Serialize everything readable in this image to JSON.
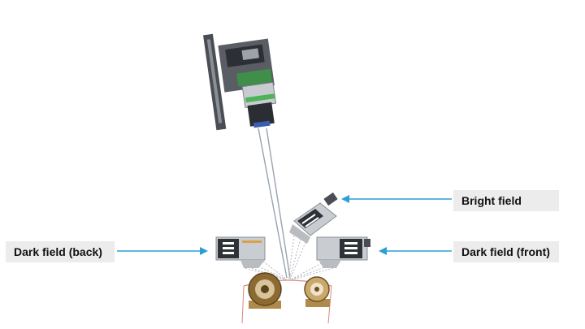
{
  "labels": {
    "bright_field": "Bright field",
    "dark_field_back": "Dark field (back)",
    "dark_field_front": "Dark field (front)"
  },
  "colors": {
    "arrow": "#2a9fd6",
    "beam": "#9aa3ad",
    "web": "#d98a7a",
    "device_body": "#3a3d42",
    "device_light": "#c9ccd0",
    "roller_brass": "#b08a4a",
    "label_bg": "#ececec"
  }
}
